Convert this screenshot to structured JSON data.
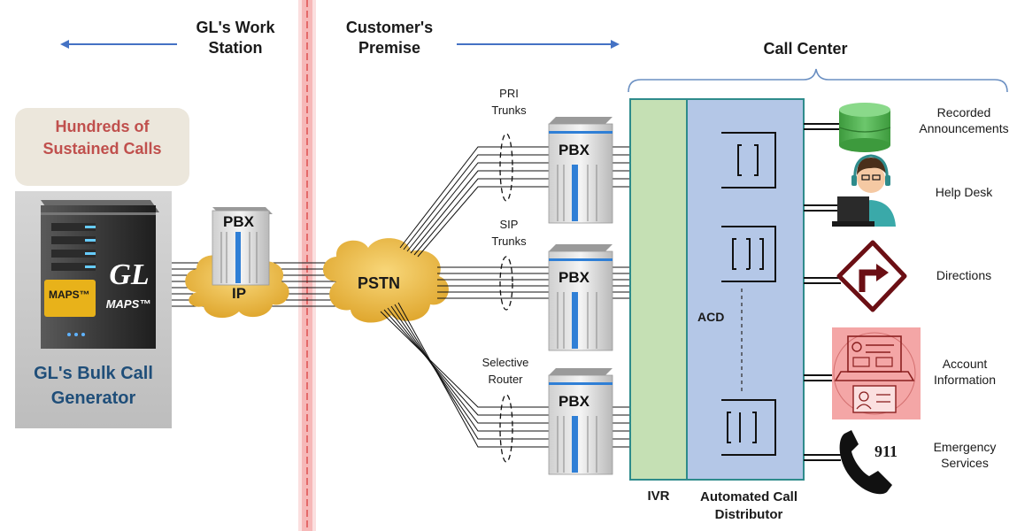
{
  "headers": {
    "workstation": "GL's Work\nStation",
    "premise": "Customer's\nPremise",
    "call_center": "Call Center"
  },
  "generator": {
    "callout": "Hundreds of\nSustained Calls",
    "title": "GL's Bulk Call\nGenerator",
    "maps_badge": "MAPS™",
    "gl_logo": "GL",
    "gl_maps": "MAPS™"
  },
  "network": {
    "ip_label": "IP",
    "pstn_label": "PSTN",
    "pbx_label": "PBX"
  },
  "trunks": {
    "pri": "PRI\nTrunks",
    "sip": "SIP\nTrunks",
    "router": "Selective\nRouter"
  },
  "call_center": {
    "acd": "ACD",
    "ivr": "IVR",
    "distributor": "Automated Call\nDistributor"
  },
  "services": [
    {
      "label": "Recorded\nAnnouncements",
      "icon": "database-icon"
    },
    {
      "label": "Help Desk",
      "icon": "headset-agent-icon"
    },
    {
      "label": "Directions",
      "icon": "turn-right-sign-icon"
    },
    {
      "label": "Account\nInformation",
      "icon": "account-screen-icon"
    },
    {
      "label": "Emergency\nServices",
      "icon": "phone-icon"
    }
  ],
  "emergency_number": "911",
  "colors": {
    "arrow": "#4472c4",
    "divider": "#f08080",
    "callout_text": "#c0504d",
    "callout_bg": "#ece7dc",
    "cloud": "#f0c050",
    "ivr": "#c5e0b4",
    "acd": "#b4c7e7",
    "teal": "#2e8b8b",
    "database": "#5cb85c",
    "account_bg": "#f4a6a6",
    "directions": "#6b0f14",
    "brace": "#6a8fc2"
  }
}
